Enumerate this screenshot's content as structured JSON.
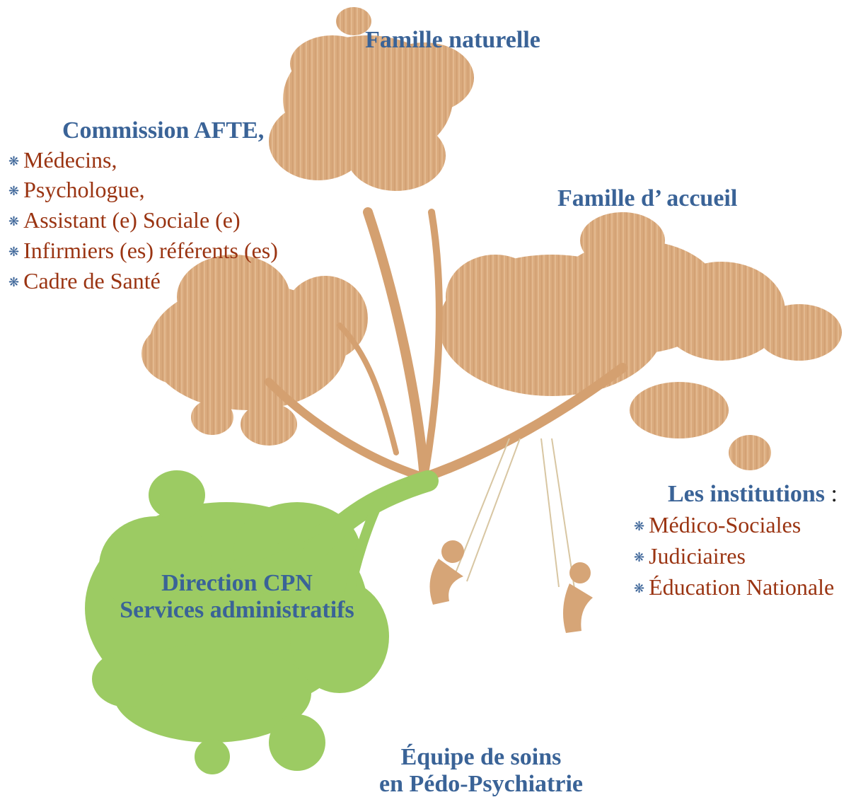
{
  "colors": {
    "tree_brown": "#d9a97c",
    "tree_green": "#9ccb63",
    "heading_blue": "#3a6397",
    "list_red": "#9a3412"
  },
  "icons": {
    "bullet": "❋"
  },
  "labels": {
    "famille_naturelle": "Famille naturelle",
    "commission": {
      "title": "Commission AFTE,",
      "items": [
        "Médecins,",
        "Psychologue,",
        "Assistant (e) Sociale (e)",
        "Infirmiers (es) référents (es)",
        "Cadre de Santé"
      ]
    },
    "famille_accueil": "Famille d’ accueil",
    "institutions": {
      "title": "Les institutions",
      "suffix": " :",
      "items": [
        "Médico-Sociales",
        "Judiciaires",
        "Éducation Nationale"
      ]
    },
    "direction": {
      "line1": "Direction CPN",
      "line2": "Services administratifs"
    },
    "equipe": {
      "line1": "Équipe de soins",
      "line2": "en Pédo-Psychiatrie"
    }
  }
}
